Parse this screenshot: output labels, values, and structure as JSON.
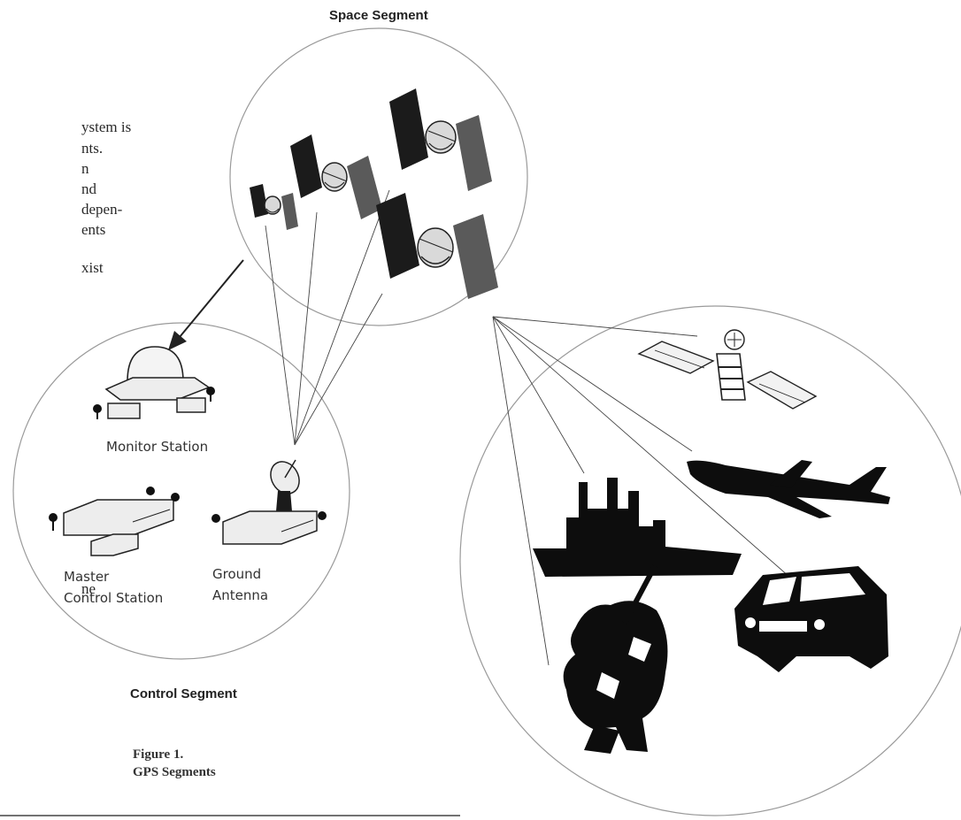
{
  "page": {
    "body_text_fragments": [
      "ystem is",
      "nts.",
      "n",
      "nd",
      "depen-",
      "ents",
      "xist",
      "ne"
    ]
  },
  "diagram": {
    "space_segment": {
      "title": "Space Segment"
    },
    "control_segment": {
      "title": "Control Segment",
      "monitor_station": "Monitor Station",
      "master_control_station": [
        "Master",
        "Control Station"
      ],
      "ground_antenna": [
        "Ground",
        "Antenna"
      ]
    },
    "user_segment": {
      "icons": [
        "satellite-icon",
        "airplane-icon",
        "ship-icon",
        "vehicle-icon",
        "soldier-icon"
      ]
    }
  },
  "figure": {
    "number": "Figure 1.",
    "caption": "GPS Segments"
  },
  "colors": {
    "ink": "#111111",
    "panel": "#777777",
    "line": "#555555"
  }
}
